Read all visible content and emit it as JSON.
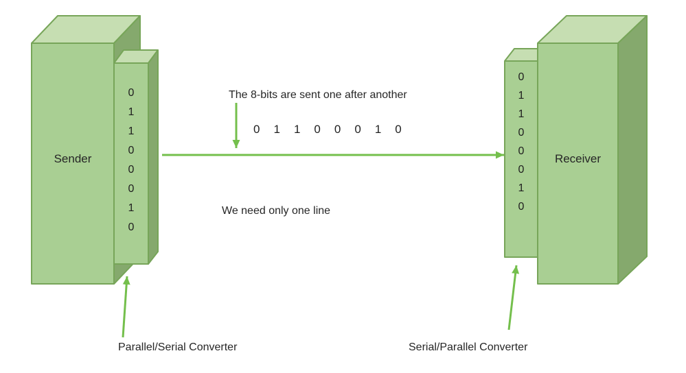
{
  "title": "Serial transmission diagram",
  "colors": {
    "box_front": "#a9cf93",
    "box_top": "#c6deb2",
    "box_side": "#85a96d",
    "box_outline": "#77a559",
    "arrow": "#74bf4c",
    "text": "#262626",
    "bit_text": "#1f1f1f"
  },
  "sender": {
    "label": "Sender"
  },
  "receiver": {
    "label": "Receiver"
  },
  "sender_converter": {
    "label": "Parallel/Serial Converter",
    "bits": [
      "0",
      "1",
      "1",
      "0",
      "0",
      "0",
      "1",
      "0"
    ]
  },
  "receiver_converter": {
    "label": "Serial/Parallel Converter",
    "bits": [
      "0",
      "1",
      "1",
      "0",
      "0",
      "0",
      "1",
      "0"
    ]
  },
  "transmission": {
    "caption_top": "The 8-bits are sent one after another",
    "bits": [
      "0",
      "1",
      "1",
      "0",
      "0",
      "0",
      "1",
      "0"
    ],
    "caption_bottom": "We need only one line"
  }
}
